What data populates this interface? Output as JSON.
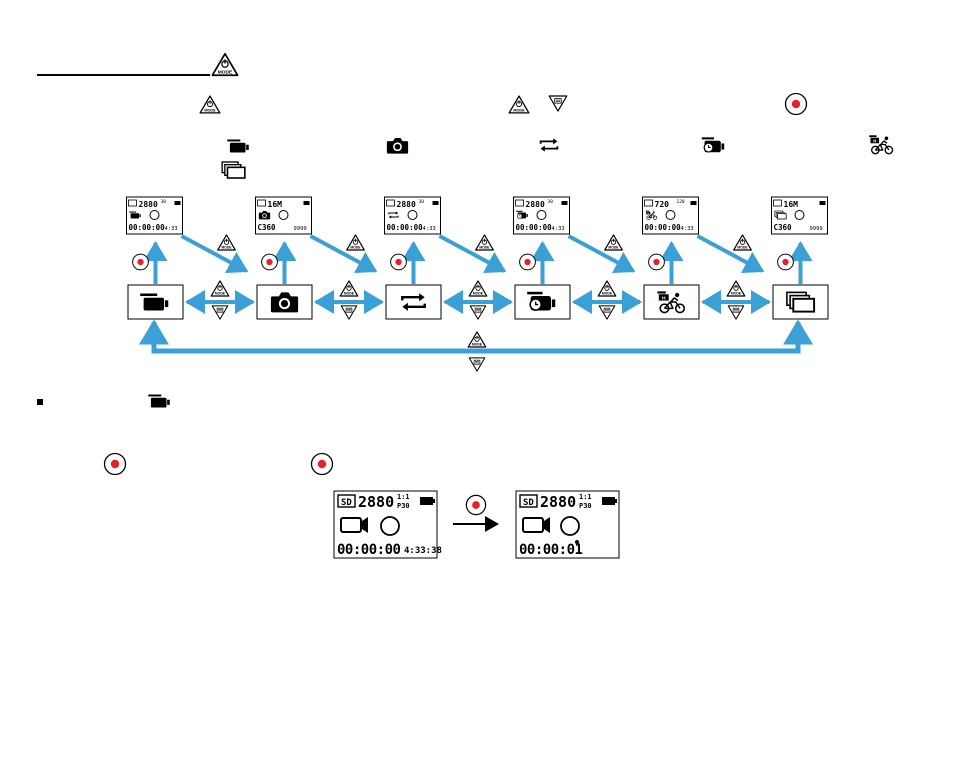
{
  "colors": {
    "arrow": "#3aa0d6",
    "record_dot": "#e8202a",
    "ink": "#000000"
  },
  "buttons": {
    "mode_power": {
      "icon": "power-mode-button-icon",
      "label": "MODE"
    },
    "menu_down": {
      "icon": "menu-down-button-icon"
    },
    "record": {
      "icon": "record-button-icon"
    }
  },
  "modes": [
    {
      "key": "video",
      "icon": "video-camera-icon",
      "screen": {
        "top": "2880",
        "rate": "30",
        "bottom_left": "00:00:00",
        "bottom_right": "4:33"
      }
    },
    {
      "key": "photo",
      "icon": "photo-camera-icon",
      "screen": {
        "top": "16M",
        "rate": "",
        "bottom_left": "C360",
        "bottom_right": "9999"
      }
    },
    {
      "key": "loop",
      "icon": "loop-recording-icon",
      "screen": {
        "top": "2880",
        "rate": "30",
        "bottom_left": "00:00:00",
        "bottom_right": "4:33"
      }
    },
    {
      "key": "timelapse-video",
      "icon": "timelapse-video-icon",
      "screen": {
        "top": "2880",
        "rate": "30",
        "bottom_left": "00:00:00",
        "bottom_right": "4:33"
      }
    },
    {
      "key": "high-speed",
      "icon": "high-speed-video-icon",
      "screen": {
        "top": "720",
        "rate": "120",
        "bottom_left": "00:00:00",
        "bottom_right": "4:33"
      }
    },
    {
      "key": "burst",
      "icon": "burst-photo-icon",
      "screen": {
        "top": "16M",
        "rate": "",
        "bottom_left": "C360",
        "bottom_right": "9999"
      }
    }
  ],
  "record_demo": {
    "before": {
      "sd": "SD",
      "resolution": "2880",
      "ratio": "1:1",
      "fps": "P30",
      "time": "00:00:00",
      "remaining": "4:33:38"
    },
    "after": {
      "sd": "SD",
      "resolution": "2880",
      "ratio": "1:1",
      "fps": "P30",
      "time": "00:00:01"
    }
  }
}
